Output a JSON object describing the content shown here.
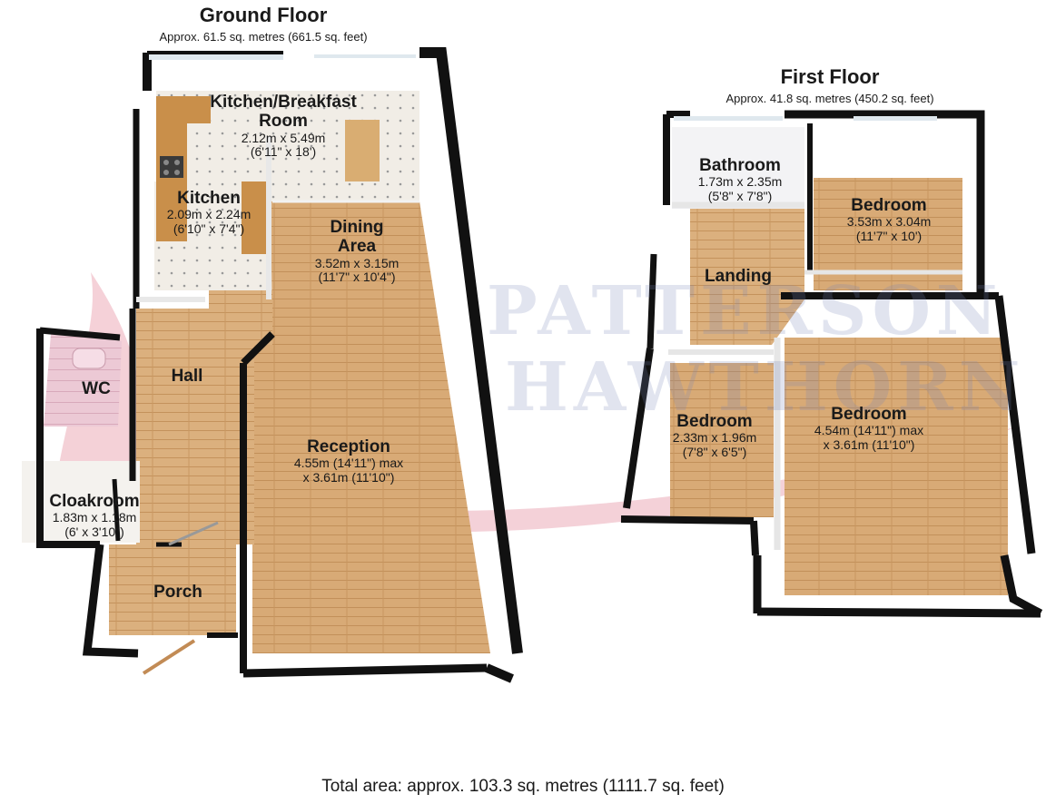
{
  "ground_floor": {
    "title": "Ground Floor",
    "area": "Approx. 61.5 sq. metres (661.5 sq. feet)",
    "rooms": [
      {
        "name": "Kitchen/Breakfast",
        "name2": "Room",
        "dims": "2.12m x 5.49m",
        "imperial": "(6'11\" x 18')"
      },
      {
        "name": "Kitchen",
        "dims": "2.09m x 2.24m",
        "imperial": "(6'10\" x 7'4\")"
      },
      {
        "name": "Dining",
        "name2": "Area",
        "dims": "3.52m x 3.15m",
        "imperial": "(11'7\" x 10'4\")"
      },
      {
        "name": "Hall"
      },
      {
        "name": "WC"
      },
      {
        "name": "Reception",
        "dims": "4.55m (14'11\") max",
        "imperial": "x 3.61m (11'10\")"
      },
      {
        "name": "Cloakroom",
        "dims": "1.83m x 1.18m",
        "imperial": "(6' x 3'10\")"
      },
      {
        "name": "Porch"
      }
    ]
  },
  "first_floor": {
    "title": "First Floor",
    "area": "Approx. 41.8 sq. metres (450.2 sq. feet)",
    "rooms": [
      {
        "name": "Bathroom",
        "dims": "1.73m x 2.35m",
        "imperial": "(5'8\" x 7'8\")"
      },
      {
        "name": "Bedroom",
        "dims": "3.53m x 3.04m",
        "imperial": "(11'7\" x 10')"
      },
      {
        "name": "Landing"
      },
      {
        "name": "Bedroom",
        "dims": "2.33m x 1.96m",
        "imperial": "(7'8\" x 6'5\")"
      },
      {
        "name": "Bedroom",
        "dims": "4.54m (14'11\") max",
        "imperial": "x 3.61m (11'10\")"
      }
    ]
  },
  "total": "Total area: approx. 103.3 sq. metres (1111.7 sq. feet)",
  "watermark": {
    "line1": "PATTERSON",
    "line2": "HAWTHORN"
  },
  "colors": {
    "wall": "#111111",
    "floor_wood": "#d6a873",
    "floor_tile": "#ece7df",
    "wc_floor": "#e8c6d2",
    "inner_wall": "#f2f2f2",
    "watermark": "#c9536a"
  }
}
